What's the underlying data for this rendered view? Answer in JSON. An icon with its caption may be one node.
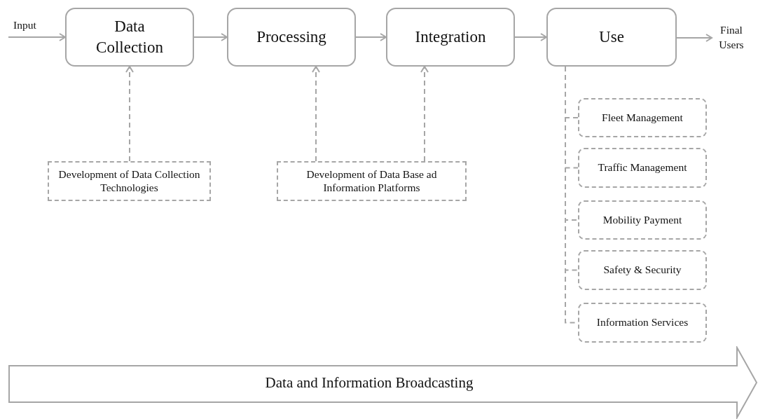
{
  "diagram": {
    "nodes": [
      {
        "text": [
          "Data Collection"
        ]
      },
      {
        "text": [
          "Processing"
        ]
      },
      {
        "text": [
          "Integration"
        ]
      },
      {
        "text": [
          "Use"
        ]
      },
      {
        "text": [
          "Final Users"
        ]
      },
      {
        "text": [
          "Development of Data Collection Technologies"
        ]
      },
      {
        "text": [
          "Development of Data Base ad Information Platforms"
        ]
      },
      {
        "text": [
          "Fleet Management"
        ]
      },
      {
        "text": [
          "Traffic Management"
        ]
      },
      {
        "text": [
          "Mobility Payment"
        ]
      },
      {
        "text": [
          "Safety & Security"
        ]
      },
      {
        "text": [
          "Information Services"
        ]
      },
      {
        "text": [
          "Data and Information Broadcasting"
        ]
      }
    ],
    "edges": [
      {
        "from": null,
        "to": 0,
        "arrow": "to",
        "label": "Input"
      },
      {
        "from": 0,
        "to": 1,
        "arrow": "to"
      },
      {
        "from": 1,
        "to": 2,
        "arrow": "to"
      },
      {
        "from": 2,
        "to": 3,
        "arrow": "to"
      },
      {
        "from": 3,
        "to": 4,
        "arrow": "to"
      },
      {
        "from": 5,
        "to": 0,
        "arrow": "to",
        "style": "dashed"
      },
      {
        "from": 6,
        "to": 1,
        "arrow": "to",
        "style": "dashed"
      },
      {
        "from": 6,
        "to": 2,
        "arrow": "to",
        "style": "dashed"
      },
      {
        "from": 3,
        "to": 7,
        "arrow": "none",
        "style": "dashed"
      },
      {
        "from": 3,
        "to": 8,
        "arrow": "none",
        "style": "dashed"
      },
      {
        "from": 3,
        "to": 9,
        "arrow": "none",
        "style": "dashed"
      },
      {
        "from": 3,
        "to": 10,
        "arrow": "none",
        "style": "dashed"
      },
      {
        "from": 3,
        "to": 11,
        "arrow": "none",
        "style": "dashed"
      }
    ]
  }
}
